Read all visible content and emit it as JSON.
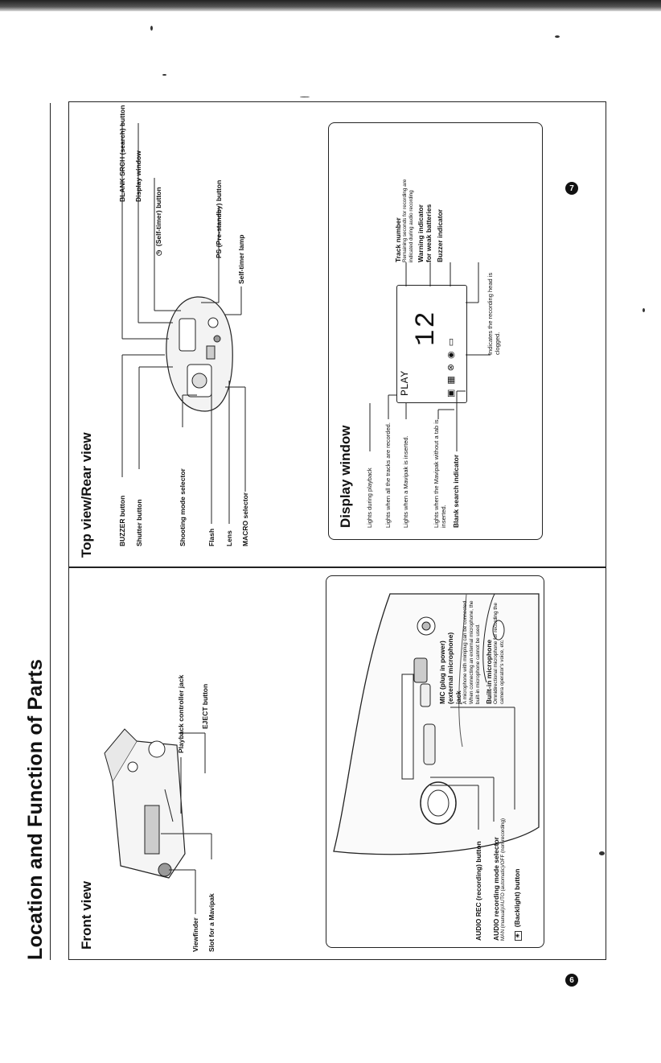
{
  "page_title": "Location and Function of Parts",
  "page_numbers": {
    "left": "6",
    "right": "7"
  },
  "front_view": {
    "title": "Front view",
    "labels": {
      "viewfinder": "Viewfinder",
      "slot": "Slot for a Mavipak",
      "playback_jack": "Playback controller jack",
      "eject": "EJECT button"
    }
  },
  "side_detail": {
    "audio_rec": "AUDIO REC (recording) button",
    "audio_mode": "AUDIO recording mode selector",
    "audio_mode_desc": "MAN (manual)/AUTO (automatic)/OFF (non-recording)",
    "backlight": "(Backlight) button",
    "mic_title_1": "MIC (plug in power)",
    "mic_title_2": "(external microphone)",
    "mic_title_3": "jack",
    "mic_desc": "A microphone with miniplug can be connected. When connecting an external microphone, the built-in microphone cannot be used.",
    "builtin_mic": "Built-in microphone",
    "builtin_mic_desc": "Omnidirectional microphone for recording the camera operator's voice, etc."
  },
  "top_view": {
    "title": "Top view/Rear view",
    "left_labels": {
      "buzzer": "BUZZER button",
      "shutter": "Shutter button",
      "shooting_mode": "Shooting mode selector",
      "flash": "Flash",
      "lens": "Lens",
      "macro": "MACRO selector"
    },
    "right_labels": {
      "blank_srch": "BLANK SRCH (search) button",
      "display_window": "Display window",
      "self_timer_btn": "(Self-timer) button",
      "ps_btn": "PS (Pre-standby) button",
      "self_timer_lamp": "Self-timer lamp"
    }
  },
  "display_window": {
    "title": "Display window",
    "play_text": "PLAY",
    "track_digits": "12",
    "left_notes": {
      "playback": "Lights during playback",
      "all_tracks": "Lights when all the tracks are recorded.",
      "mavipak_inserted": "Lights when a Mavipak is inserted.",
      "no_tab": "Lights when the Mavipak without a tab is inserted.",
      "blank_search": "Blank search indicator"
    },
    "right_notes": {
      "track_number": "Track number",
      "remaining": "Remaining seconds for recording are indicated during audio recording",
      "warning_1": "Warning indicator",
      "warning_2": "for weak batteries",
      "buzzer": "Buzzer indicator",
      "head_clogged": "Indicates the recording head is clogged."
    }
  }
}
